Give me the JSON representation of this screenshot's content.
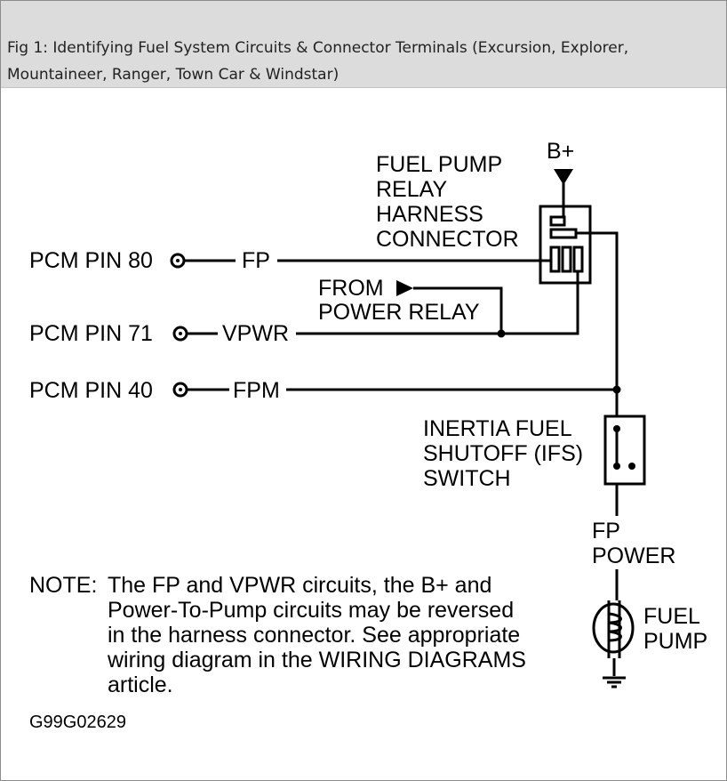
{
  "caption": "Fig 1: Identifying Fuel System Circuits & Connector Terminals (Excursion, Explorer, Mountaineer, Ranger, Town Car & Windstar)",
  "labels": {
    "relay_connector": [
      "FUEL PUMP",
      "RELAY",
      "HARNESS",
      "CONNECTOR"
    ],
    "b_plus": "B+",
    "pcm_pin_80": "PCM PIN 80",
    "pcm_pin_71": "PCM PIN 71",
    "pcm_pin_40": "PCM PIN 40",
    "fp": "FP",
    "vpwr": "VPWR",
    "fpm": "FPM",
    "from_power_relay": [
      "FROM",
      "POWER RELAY"
    ],
    "ifs_switch": [
      "INERTIA FUEL",
      "SHUTOFF (IFS)",
      "SWITCH"
    ],
    "fp_power": [
      "FP",
      "POWER"
    ],
    "fuel_pump": [
      "FUEL",
      "PUMP"
    ]
  },
  "note": {
    "prefix": "NOTE:",
    "lines": [
      "The FP and VPWR circuits, the B+ and",
      "Power-To-Pump circuits may be reversed",
      "in the harness connector.  See appropriate",
      "wiring diagram in the WIRING DIAGRAMS",
      "article."
    ]
  },
  "figure_id": "G99G02629"
}
